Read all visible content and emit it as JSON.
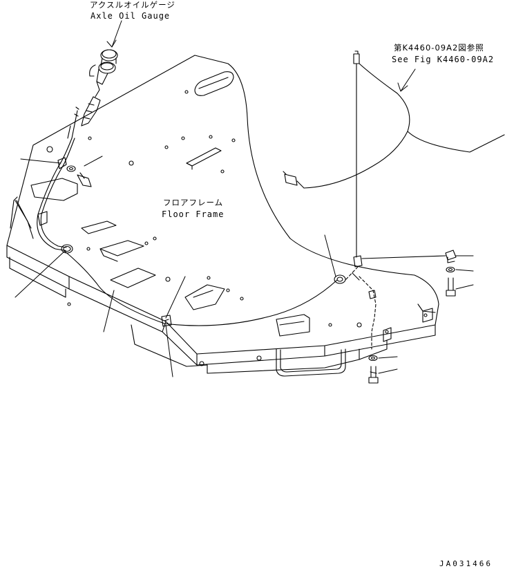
{
  "labels": {
    "axle_gauge_jp": "アクスルオイルゲージ",
    "axle_gauge_en": "Axle Oil Gauge",
    "ref_jp": "第K4460-09A2図参照",
    "ref_en": "See Fig K4460-09A2",
    "floor_jp": "フロアフレーム",
    "floor_en": "Floor Frame",
    "drawing_code": "JA031466"
  },
  "colors": {
    "line": "#000000",
    "background": "#ffffff"
  }
}
